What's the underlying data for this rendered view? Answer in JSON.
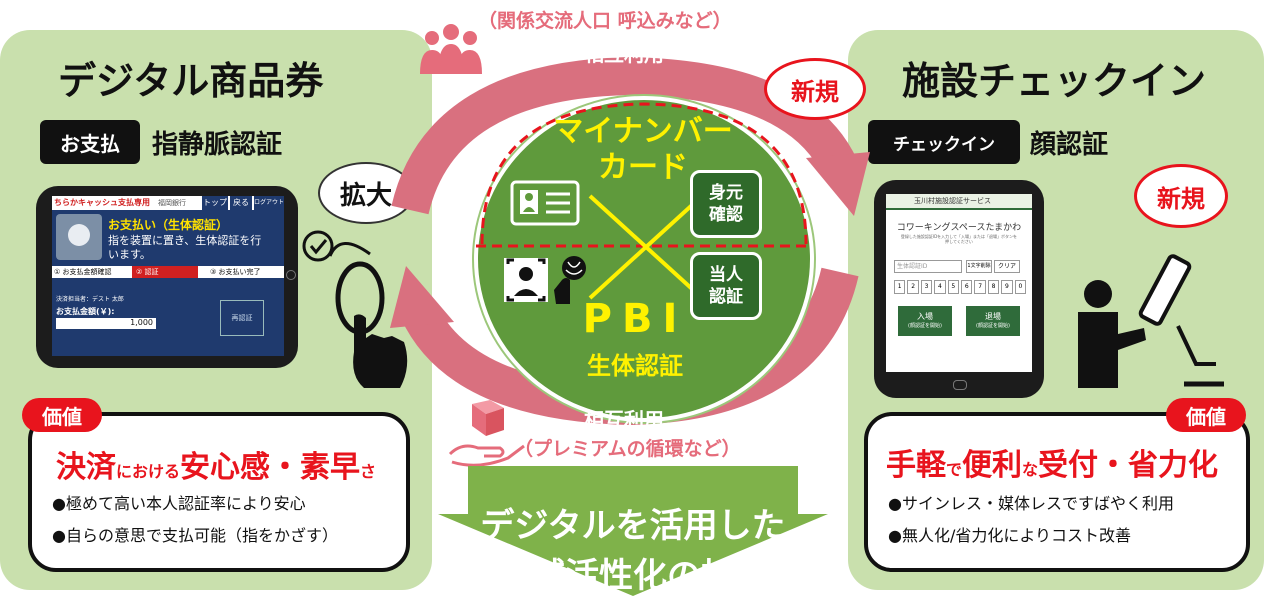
{
  "top": {
    "sub_note": "（関係交流人口 呼込みなど）",
    "mutual_use": "相互利用"
  },
  "bottom": {
    "mutual_use": "相互利用",
    "sub_note": "（プレミアムの循環など）"
  },
  "left": {
    "title": "デジタル商品券",
    "chip": "お支払",
    "auth": "指静脈認証",
    "bubble": "拡大",
    "value_pill": "価値",
    "headline_parts": [
      "決済",
      "における",
      "安心感・素早",
      "さ"
    ],
    "bullets": [
      "●極めて高い本人認証率により安心",
      "●自らの意思で支払可能（指をかざす）"
    ],
    "screen": {
      "header": "ちらかキャッシュ支払専用",
      "brand": "福岡銀行",
      "nav_top": "トップ",
      "nav_back": "戻る",
      "nav_logout": "ログアウト",
      "panel_title": "お支払い（生体認証）",
      "panel_text": "指を装置に置き、生体認証を行います。",
      "steps": [
        "① お支払金額確認",
        "② 認証",
        "③ お支払い完了"
      ],
      "user": "決済担当者：デスト 太郎",
      "amount_label": "お支払金額(￥):",
      "amount": "1,000",
      "retry": "再認証"
    }
  },
  "right": {
    "title": "施設チェックイン",
    "chip": "チェックイン",
    "auth": "顔認証",
    "new_bubble": "新規",
    "value_pill": "価値",
    "headline_parts": [
      "手軽",
      "で",
      "便利",
      "な",
      "受付・省力化"
    ],
    "bullets": [
      "●サインレス・媒体レスですばやく利用",
      "●無人化/省力化によりコスト改善"
    ],
    "screen": {
      "header": "玉川村施設認証サービス",
      "title": "コワーキングスペースたまかわ",
      "note": "登録した施設認証IDを入力して「入場」または「退場」ボタンを押してください",
      "input_placeholder": "生体認証ID",
      "btn_del": "1文字削除",
      "btn_clear": "クリア",
      "keys": [
        "1",
        "2",
        "3",
        "4",
        "5",
        "6",
        "7",
        "8",
        "9",
        "0"
      ],
      "enter": "入場",
      "enter_sub": "(顔認証を開始)",
      "exit": "退場",
      "exit_sub": "(顔認証を開始)"
    }
  },
  "center": {
    "new_bubble": "新規",
    "mynumber_line1": "マイナンバー",
    "mynumber_line2": "カード",
    "identity": "身元確認",
    "person": "当人認証",
    "pbi": "PBI",
    "bio": "生体認証"
  },
  "footer": {
    "line1": "デジタルを活用した",
    "line2": "地域活性化の加速"
  },
  "colors": {
    "panel_green": "#c9e0ad",
    "circle_green": "#5f9a3c",
    "yellow": "#fff200",
    "red": "#e8141d",
    "arrow_pink": "#d9707f",
    "arrow_green": "#7fb24a"
  }
}
